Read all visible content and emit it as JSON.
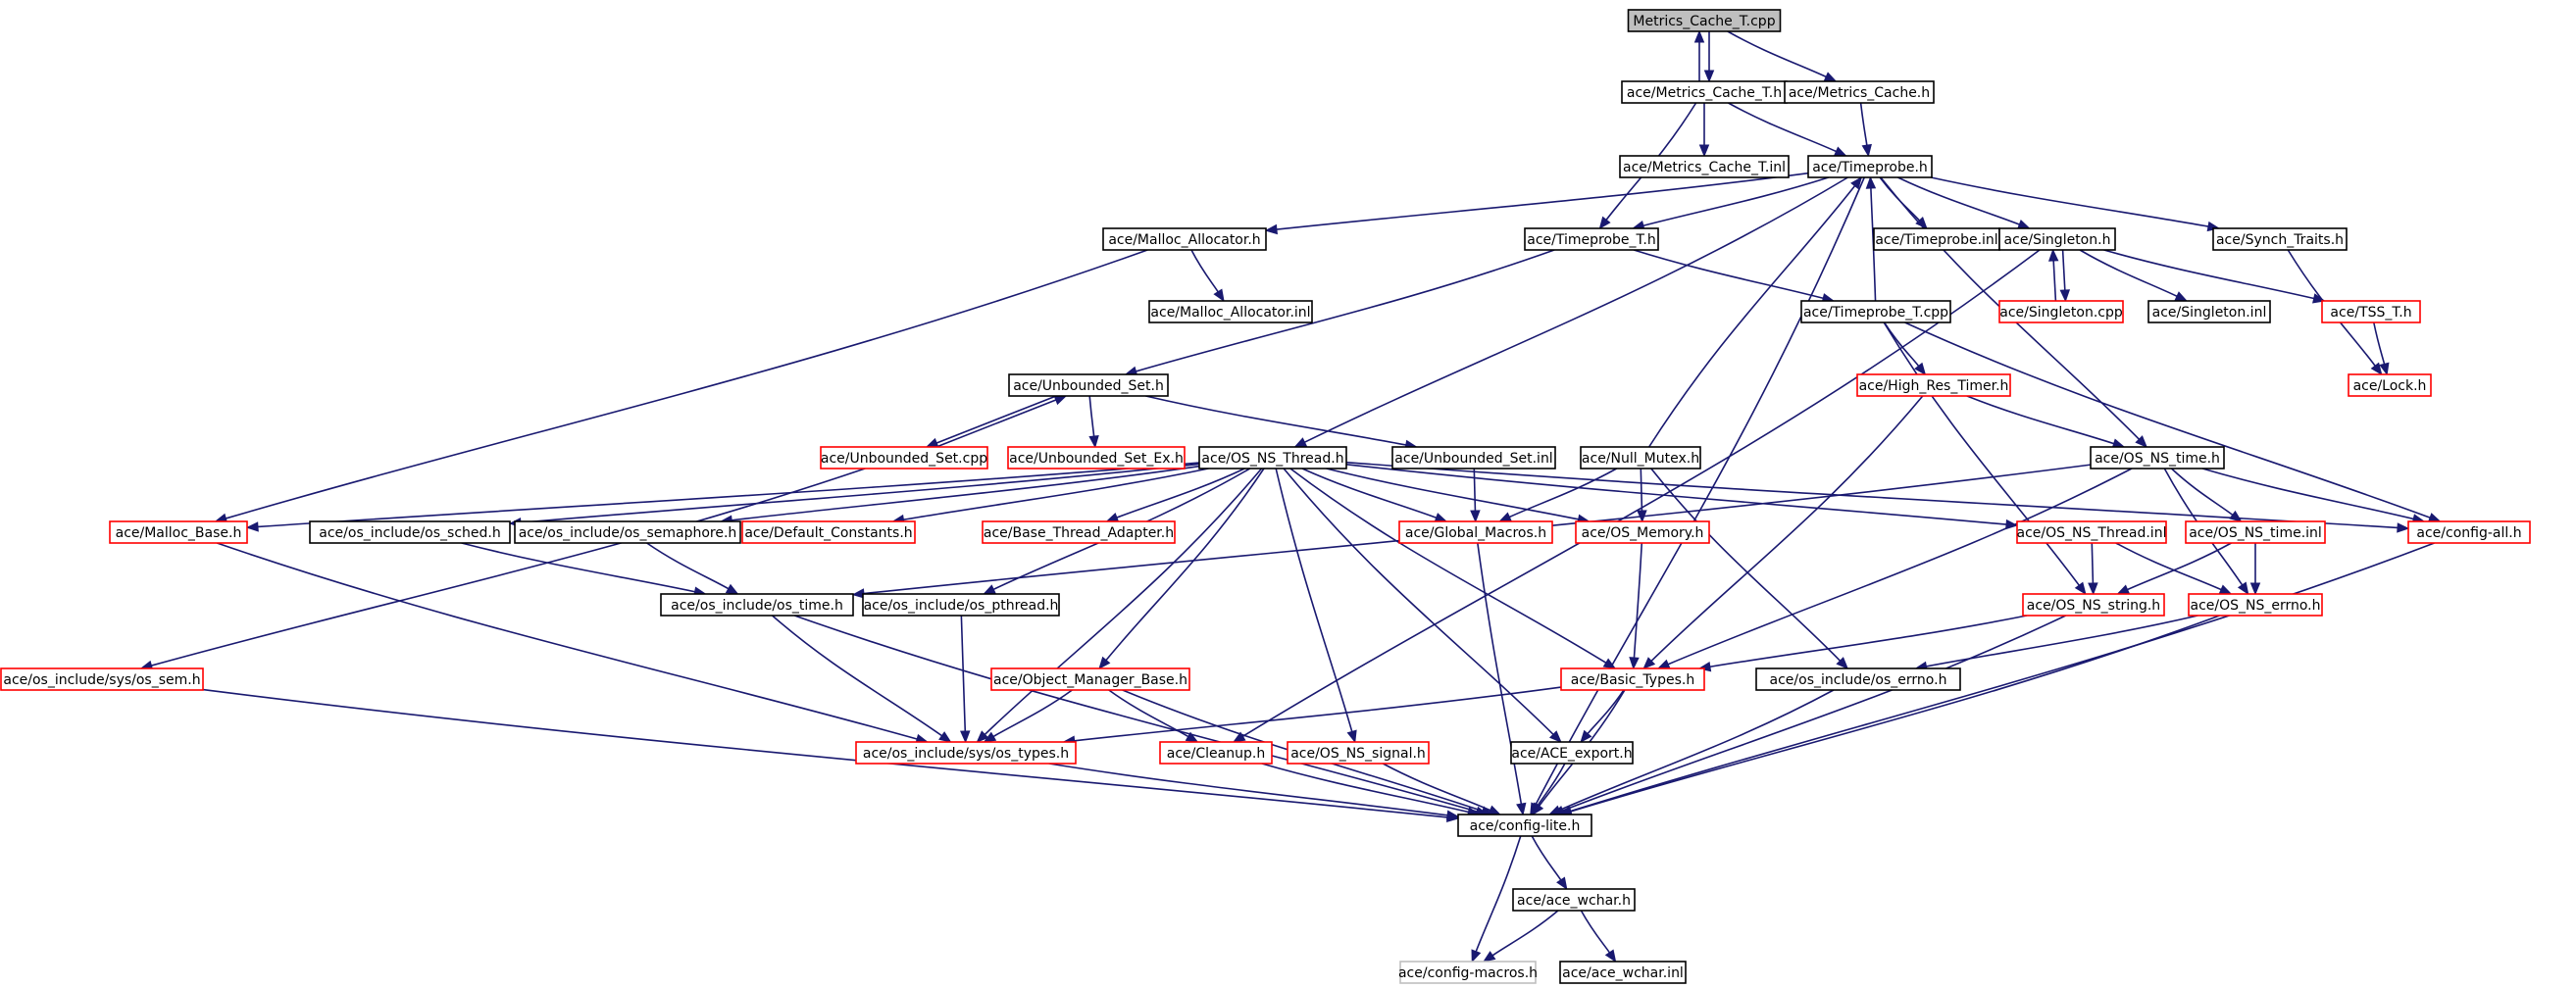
{
  "style": {
    "edge_color": "#191970",
    "default_border": "#000000",
    "expandable_border": "#ff0000",
    "root_fill": "#bfbfbf",
    "truncated_border": "#bfbfbf"
  },
  "nodes": [
    {
      "id": "n_root",
      "label": "Metrics_Cache_T.cpp",
      "kind": "root"
    },
    {
      "id": "n_mct_h",
      "label": "ace/Metrics_Cache_T.h",
      "kind": "plain"
    },
    {
      "id": "n_mc_h",
      "label": "ace/Metrics_Cache.h",
      "kind": "plain"
    },
    {
      "id": "n_mct_inl",
      "label": "ace/Metrics_Cache_T.inl",
      "kind": "plain"
    },
    {
      "id": "n_tp_h",
      "label": "ace/Timeprobe.h",
      "kind": "plain"
    },
    {
      "id": "n_malloc_alloc",
      "label": "ace/Malloc_Allocator.h",
      "kind": "plain"
    },
    {
      "id": "n_tpt_h",
      "label": "ace/Timeprobe_T.h",
      "kind": "plain"
    },
    {
      "id": "n_tp_inl",
      "label": "ace/Timeprobe.inl",
      "kind": "plain"
    },
    {
      "id": "n_singleton_h",
      "label": "ace/Singleton.h",
      "kind": "plain"
    },
    {
      "id": "n_synch_traits",
      "label": "ace/Synch_Traits.h",
      "kind": "plain"
    },
    {
      "id": "n_malloc_alloc_inl",
      "label": "ace/Malloc_Allocator.inl",
      "kind": "plain"
    },
    {
      "id": "n_tpt_cpp",
      "label": "ace/Timeprobe_T.cpp",
      "kind": "plain"
    },
    {
      "id": "n_singleton_cpp",
      "label": "ace/Singleton.cpp",
      "kind": "expandable"
    },
    {
      "id": "n_singleton_inl",
      "label": "ace/Singleton.inl",
      "kind": "plain"
    },
    {
      "id": "n_tss_t",
      "label": "ace/TSS_T.h",
      "kind": "expandable"
    },
    {
      "id": "n_unbounded_set",
      "label": "ace/Unbounded_Set.h",
      "kind": "plain"
    },
    {
      "id": "n_high_res",
      "label": "ace/High_Res_Timer.h",
      "kind": "expandable"
    },
    {
      "id": "n_lock",
      "label": "ace/Lock.h",
      "kind": "expandable"
    },
    {
      "id": "n_unbounded_set_cpp",
      "label": "ace/Unbounded_Set.cpp",
      "kind": "expandable"
    },
    {
      "id": "n_unbounded_set_ex",
      "label": "ace/Unbounded_Set_Ex.h",
      "kind": "expandable"
    },
    {
      "id": "n_os_ns_thread_h",
      "label": "ace/OS_NS_Thread.h",
      "kind": "plain"
    },
    {
      "id": "n_unbounded_set_inl",
      "label": "ace/Unbounded_Set.inl",
      "kind": "plain"
    },
    {
      "id": "n_null_mutex",
      "label": "ace/Null_Mutex.h",
      "kind": "plain"
    },
    {
      "id": "n_os_ns_time_h",
      "label": "ace/OS_NS_time.h",
      "kind": "plain"
    },
    {
      "id": "n_malloc_base",
      "label": "ace/Malloc_Base.h",
      "kind": "expandable"
    },
    {
      "id": "n_os_sched",
      "label": "ace/os_include/os_sched.h",
      "kind": "plain"
    },
    {
      "id": "n_os_semaphore",
      "label": "ace/os_include/os_semaphore.h",
      "kind": "plain"
    },
    {
      "id": "n_default_constants",
      "label": "ace/Default_Constants.h",
      "kind": "expandable"
    },
    {
      "id": "n_base_thread_adapter",
      "label": "ace/Base_Thread_Adapter.h",
      "kind": "expandable"
    },
    {
      "id": "n_global_macros",
      "label": "ace/Global_Macros.h",
      "kind": "expandable"
    },
    {
      "id": "n_os_memory",
      "label": "ace/OS_Memory.h",
      "kind": "expandable"
    },
    {
      "id": "n_os_ns_thread_inl",
      "label": "ace/OS_NS_Thread.inl",
      "kind": "expandable"
    },
    {
      "id": "n_os_ns_time_inl",
      "label": "ace/OS_NS_time.inl",
      "kind": "expandable"
    },
    {
      "id": "n_config_all",
      "label": "ace/config-all.h",
      "kind": "expandable"
    },
    {
      "id": "n_os_time",
      "label": "ace/os_include/os_time.h",
      "kind": "plain"
    },
    {
      "id": "n_os_pthread",
      "label": "ace/os_include/os_pthread.h",
      "kind": "plain"
    },
    {
      "id": "n_os_ns_string",
      "label": "ace/OS_NS_string.h",
      "kind": "expandable"
    },
    {
      "id": "n_os_ns_errno",
      "label": "ace/OS_NS_errno.h",
      "kind": "expandable"
    },
    {
      "id": "n_os_sem",
      "label": "ace/os_include/sys/os_sem.h",
      "kind": "expandable"
    },
    {
      "id": "n_object_manager_base",
      "label": "ace/Object_Manager_Base.h",
      "kind": "expandable"
    },
    {
      "id": "n_basic_types",
      "label": "ace/Basic_Types.h",
      "kind": "expandable"
    },
    {
      "id": "n_os_errno",
      "label": "ace/os_include/os_errno.h",
      "kind": "plain"
    },
    {
      "id": "n_os_types",
      "label": "ace/os_include/sys/os_types.h",
      "kind": "expandable"
    },
    {
      "id": "n_cleanup",
      "label": "ace/Cleanup.h",
      "kind": "expandable"
    },
    {
      "id": "n_os_ns_signal",
      "label": "ace/OS_NS_signal.h",
      "kind": "expandable"
    },
    {
      "id": "n_ace_export",
      "label": "ace/ACE_export.h",
      "kind": "plain"
    },
    {
      "id": "n_config_lite",
      "label": "ace/config-lite.h",
      "kind": "plain"
    },
    {
      "id": "n_ace_wchar_h",
      "label": "ace/ace_wchar.h",
      "kind": "plain"
    },
    {
      "id": "n_config_macros",
      "label": "ace/config-macros.h",
      "kind": "truncated"
    },
    {
      "id": "n_ace_wchar_inl",
      "label": "ace/ace_wchar.inl",
      "kind": "plain"
    }
  ],
  "edges": [
    [
      "n_root",
      "n_mct_h"
    ],
    [
      "n_mct_h",
      "n_root"
    ],
    [
      "n_root",
      "n_mc_h"
    ],
    [
      "n_mct_h",
      "n_mct_inl"
    ],
    [
      "n_mct_h",
      "n_tp_h"
    ],
    [
      "n_mct_h",
      "n_tpt_h"
    ],
    [
      "n_mc_h",
      "n_tp_h"
    ],
    [
      "n_tp_h",
      "n_malloc_alloc"
    ],
    [
      "n_tp_h",
      "n_tpt_h"
    ],
    [
      "n_tp_h",
      "n_tp_inl"
    ],
    [
      "n_tp_h",
      "n_singleton_h"
    ],
    [
      "n_tp_h",
      "n_synch_traits"
    ],
    [
      "n_tp_h",
      "n_os_ns_thread_h"
    ],
    [
      "n_tp_h",
      "n_os_ns_time_h"
    ],
    [
      "n_tp_h",
      "n_config_lite"
    ],
    [
      "n_malloc_alloc",
      "n_malloc_alloc_inl"
    ],
    [
      "n_malloc_alloc",
      "n_malloc_base"
    ],
    [
      "n_tpt_h",
      "n_tpt_cpp"
    ],
    [
      "n_tpt_h",
      "n_unbounded_set"
    ],
    [
      "n_tpt_cpp",
      "n_tp_h"
    ],
    [
      "n_tpt_cpp",
      "n_high_res"
    ],
    [
      "n_tpt_cpp",
      "n_os_ns_string"
    ],
    [
      "n_tpt_cpp",
      "n_config_all"
    ],
    [
      "n_singleton_h",
      "n_singleton_cpp"
    ],
    [
      "n_singleton_cpp",
      "n_singleton_h"
    ],
    [
      "n_singleton_h",
      "n_singleton_inl"
    ],
    [
      "n_singleton_h",
      "n_tss_t"
    ],
    [
      "n_singleton_h",
      "n_cleanup"
    ],
    [
      "n_synch_traits",
      "n_lock"
    ],
    [
      "n_tss_t",
      "n_lock"
    ],
    [
      "n_unbounded_set",
      "n_unbounded_set_cpp"
    ],
    [
      "n_unbounded_set_cpp",
      "n_unbounded_set"
    ],
    [
      "n_unbounded_set",
      "n_unbounded_set_ex"
    ],
    [
      "n_unbounded_set",
      "n_unbounded_set_inl"
    ],
    [
      "n_unbounded_set_cpp",
      "n_os_sem"
    ],
    [
      "n_unbounded_set_inl",
      "n_global_macros"
    ],
    [
      "n_high_res",
      "n_os_ns_time_h"
    ],
    [
      "n_high_res",
      "n_basic_types"
    ],
    [
      "n_null_mutex",
      "n_tp_h"
    ],
    [
      "n_null_mutex",
      "n_global_macros"
    ],
    [
      "n_null_mutex",
      "n_os_memory"
    ],
    [
      "n_null_mutex",
      "n_os_errno"
    ],
    [
      "n_os_ns_thread_h",
      "n_malloc_base"
    ],
    [
      "n_os_ns_thread_h",
      "n_os_sched"
    ],
    [
      "n_os_ns_thread_h",
      "n_os_semaphore"
    ],
    [
      "n_os_ns_thread_h",
      "n_default_constants"
    ],
    [
      "n_os_ns_thread_h",
      "n_base_thread_adapter"
    ],
    [
      "n_os_ns_thread_h",
      "n_global_macros"
    ],
    [
      "n_os_ns_thread_h",
      "n_os_memory"
    ],
    [
      "n_os_ns_thread_h",
      "n_os_ns_thread_inl"
    ],
    [
      "n_os_ns_thread_h",
      "n_config_all"
    ],
    [
      "n_os_ns_thread_h",
      "n_os_pthread"
    ],
    [
      "n_os_ns_thread_h",
      "n_object_manager_base"
    ],
    [
      "n_os_ns_thread_h",
      "n_basic_types"
    ],
    [
      "n_os_ns_thread_h",
      "n_os_ns_signal"
    ],
    [
      "n_os_ns_thread_h",
      "n_ace_export"
    ],
    [
      "n_os_ns_thread_h",
      "n_os_types"
    ],
    [
      "n_os_ns_time_h",
      "n_os_ns_time_inl"
    ],
    [
      "n_os_ns_time_h",
      "n_config_all"
    ],
    [
      "n_os_ns_time_h",
      "n_os_ns_errno"
    ],
    [
      "n_os_ns_time_h",
      "n_basic_types"
    ],
    [
      "n_os_ns_time_h",
      "n_os_time"
    ],
    [
      "n_os_ns_thread_inl",
      "n_os_ns_string"
    ],
    [
      "n_os_ns_thread_inl",
      "n_os_ns_errno"
    ],
    [
      "n_os_ns_time_inl",
      "n_os_ns_string"
    ],
    [
      "n_os_ns_time_inl",
      "n_os_ns_errno"
    ],
    [
      "n_os_ns_string",
      "n_basic_types"
    ],
    [
      "n_os_ns_string",
      "n_config_lite"
    ],
    [
      "n_os_ns_errno",
      "n_os_errno"
    ],
    [
      "n_os_ns_errno",
      "n_config_lite"
    ],
    [
      "n_config_all",
      "n_config_lite"
    ],
    [
      "n_malloc_base",
      "n_os_types"
    ],
    [
      "n_os_sched",
      "n_os_time"
    ],
    [
      "n_os_semaphore",
      "n_os_time"
    ],
    [
      "n_os_time",
      "n_os_types"
    ],
    [
      "n_os_time",
      "n_config_lite"
    ],
    [
      "n_os_pthread",
      "n_os_types"
    ],
    [
      "n_os_sem",
      "n_config_lite"
    ],
    [
      "n_global_macros",
      "n_config_lite"
    ],
    [
      "n_os_memory",
      "n_basic_types"
    ],
    [
      "n_object_manager_base",
      "n_os_types"
    ],
    [
      "n_object_manager_base",
      "n_cleanup"
    ],
    [
      "n_object_manager_base",
      "n_config_lite"
    ],
    [
      "n_basic_types",
      "n_os_types"
    ],
    [
      "n_basic_types",
      "n_ace_export"
    ],
    [
      "n_basic_types",
      "n_config_lite"
    ],
    [
      "n_os_errno",
      "n_config_lite"
    ],
    [
      "n_os_types",
      "n_config_lite"
    ],
    [
      "n_cleanup",
      "n_config_lite"
    ],
    [
      "n_os_ns_signal",
      "n_config_lite"
    ],
    [
      "n_ace_export",
      "n_config_lite"
    ],
    [
      "n_config_lite",
      "n_ace_wchar_h"
    ],
    [
      "n_config_lite",
      "n_config_macros"
    ],
    [
      "n_ace_wchar_h",
      "n_config_macros"
    ],
    [
      "n_ace_wchar_h",
      "n_ace_wchar_inl"
    ]
  ]
}
